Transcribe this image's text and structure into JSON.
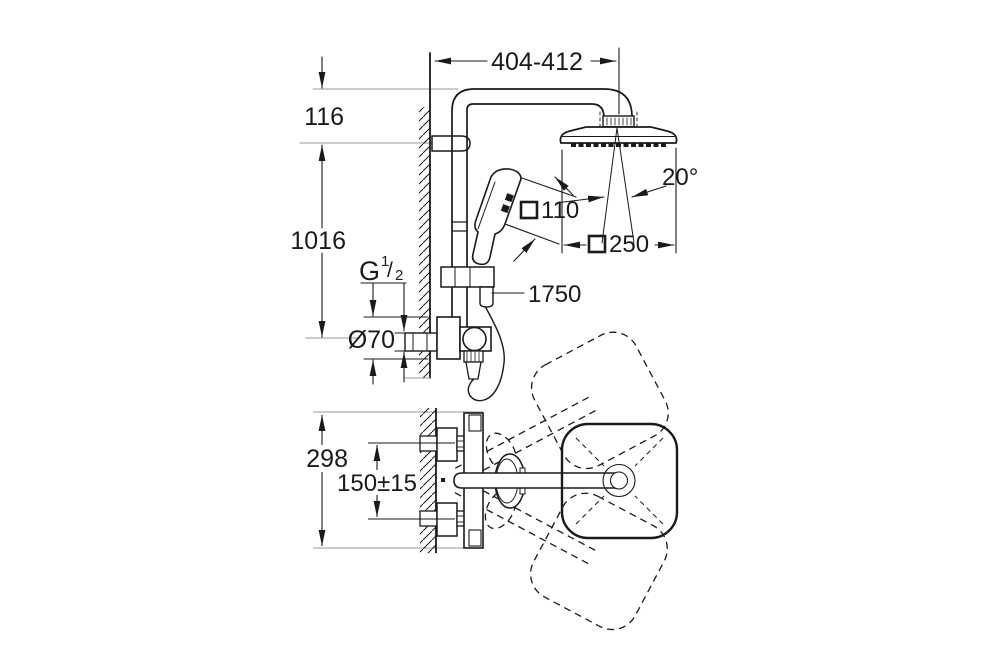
{
  "drawing": {
    "type": "technical-dimension-drawing",
    "subject": "shower-system-with-wall-thermostat",
    "views": [
      "front-elevation",
      "top-plan"
    ],
    "line_color": "#1a1a1a",
    "ext_line_color": "#9a9a9a",
    "dimensions": {
      "top_width": "404-412",
      "arm_drop": "116",
      "riser_height": "1016",
      "thread_base": "G",
      "thread_sup": "1",
      "thread_slash": "/",
      "thread_sub": "2",
      "escutcheon_diameter": "Ø70",
      "hand_shower_width": "110",
      "head_shower_width": "250",
      "hose_length": "1750",
      "spray_angle": "20°",
      "projection_depth": "298",
      "inlet_spacing": "150±15"
    }
  }
}
